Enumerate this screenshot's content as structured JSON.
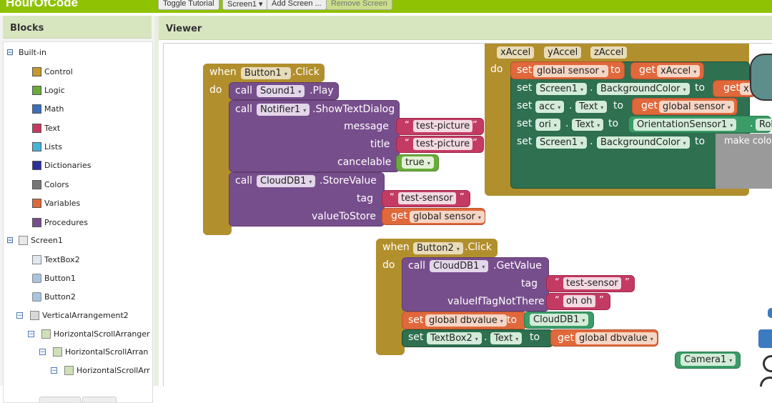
{
  "app": {
    "title": "HourOfCode"
  },
  "toolbar": {
    "toggle_tutorial": "Toggle Tutorial",
    "screen_select": "Screen1 ▾",
    "add_screen": "Add Screen ...",
    "remove_screen": "Remove Screen"
  },
  "blocks_panel": {
    "title": "Blocks",
    "builtin_label": "Built-in",
    "builtins": [
      {
        "label": "Control",
        "color": "#c59a2c"
      },
      {
        "label": "Logic",
        "color": "#6aac3c"
      },
      {
        "label": "Math",
        "color": "#3d6fbf"
      },
      {
        "label": "Text",
        "color": "#c33a63"
      },
      {
        "label": "Lists",
        "color": "#46b3d9"
      },
      {
        "label": "Dictionaries",
        "color": "#2b2f9c"
      },
      {
        "label": "Colors",
        "color": "#777777"
      },
      {
        "label": "Variables",
        "color": "#e0683b"
      },
      {
        "label": "Procedures",
        "color": "#774e8c"
      }
    ],
    "components": {
      "screen": "Screen1",
      "textbox2": "TextBox2",
      "button1": "Button1",
      "button2": "Button2",
      "varr2": "VerticalArrangement2",
      "hsa1": "HorizontalScrollArranger",
      "hsa2": "HorizontalScrollArran",
      "hsa3": "HorizontalScrollArr"
    }
  },
  "viewer": {
    "title": "Viewer",
    "block1": {
      "when": "when",
      "component": "Button1",
      "event": ".Click",
      "do": "do",
      "call1": "call",
      "sound": "Sound1",
      "play": ".Play",
      "call2": "call",
      "notifier": "Notifier1",
      "showtext": ".ShowTextDialog",
      "message_label": "message",
      "message_val": "test-picture",
      "title_label": "title",
      "title_val": "test-picture",
      "cancelable_label": "cancelable",
      "cancelable_val": "true",
      "call3": "call",
      "clouddb": "CloudDB1",
      "storevalue": ".StoreValue",
      "tag_label": "tag",
      "tag_val": "test-sensor",
      "valuetostore_label": "valueToStore",
      "get": "get",
      "get_var": "global sensor"
    },
    "block2": {
      "when": "when",
      "component": "Button2",
      "event": ".Click",
      "do": "do",
      "call": "call",
      "clouddb": "CloudDB1",
      "getvalue": ".GetValue",
      "tag_label": "tag",
      "tag_val": "test-sensor",
      "notthere_label": "valueIfTagNotThere",
      "notthere_val": "oh oh",
      "set1": "set",
      "set1_var": "global dbvalue",
      "to1": "to",
      "clouddb_get": "CloudDB1",
      "set2": "set",
      "textbox": "TextBox2",
      "text_prop": "Text",
      "to2": "to",
      "get": "get",
      "get_var": "global dbvalue"
    },
    "block3": {
      "params": [
        "xAccel",
        "yAccel",
        "zAccel"
      ],
      "do": "do",
      "set1": "set",
      "set1_var": "global sensor",
      "to1": "to",
      "get1": "get",
      "get1_var": "xAccel",
      "set2": "set",
      "screen": "Screen1",
      "bgcolor": "BackgroundColor",
      "to2": "to",
      "get2": "get",
      "get2_var": "x",
      "set3": "set",
      "acc": "acc",
      "text_prop": "Text",
      "to3": "to",
      "get3": "get",
      "get3_var": "global sensor",
      "set4": "set",
      "ori": "ori",
      "text_prop2": "Text",
      "to4": "to",
      "orientation": "OrientationSensor1",
      "roll": "Roll",
      "set5": "set",
      "screen2": "Screen1",
      "bgcolor2": "BackgroundColor",
      "to5": "to",
      "make_color": "make color"
    },
    "camera": "Camera1"
  }
}
